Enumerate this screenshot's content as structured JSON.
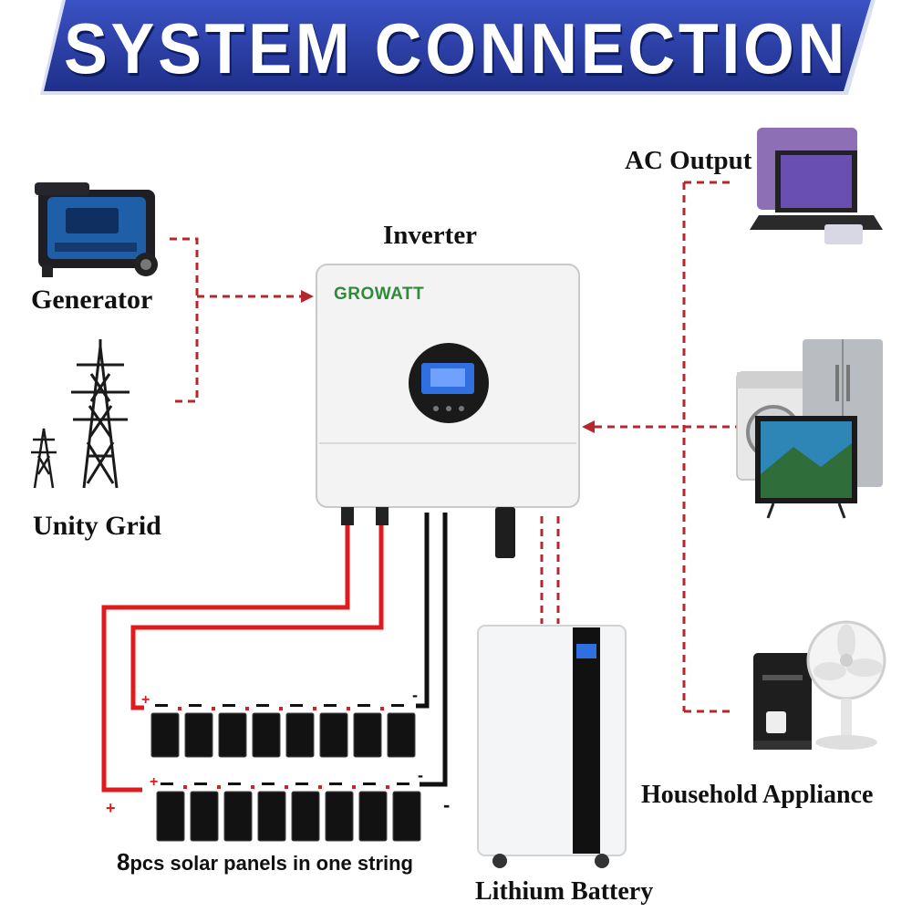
{
  "banner": {
    "title": "SYSTEM CONNECTION",
    "background": "#2b3fa8",
    "text_color": "#ffffff"
  },
  "labels": {
    "generator": "Generator",
    "grid": "Unity Grid",
    "inverter": "Inverter",
    "ac_output": "AC Output",
    "household": "Household Appliance",
    "battery": "Lithium Battery"
  },
  "inverter": {
    "brand": "GROWATT"
  },
  "solar": {
    "caption_count": "8",
    "caption_rest": "pcs solar panels in one string",
    "panels_per_string": 8,
    "strings": 2
  },
  "polarity": {
    "plus": "+",
    "minus": "-"
  },
  "icons": [
    "generator-icon",
    "transmission-tower-icon",
    "laptop-icon",
    "washing-machine-icon",
    "refrigerator-icon",
    "tv-icon",
    "coffee-machine-icon",
    "fan-icon",
    "inverter-unit",
    "battery-unit",
    "solar-panel-icon"
  ],
  "colors": {
    "dc_positive": "#e11b1b",
    "dc_negative": "#111111",
    "ac_link": "#b3282d",
    "brand_green": "#2e8b3a"
  }
}
